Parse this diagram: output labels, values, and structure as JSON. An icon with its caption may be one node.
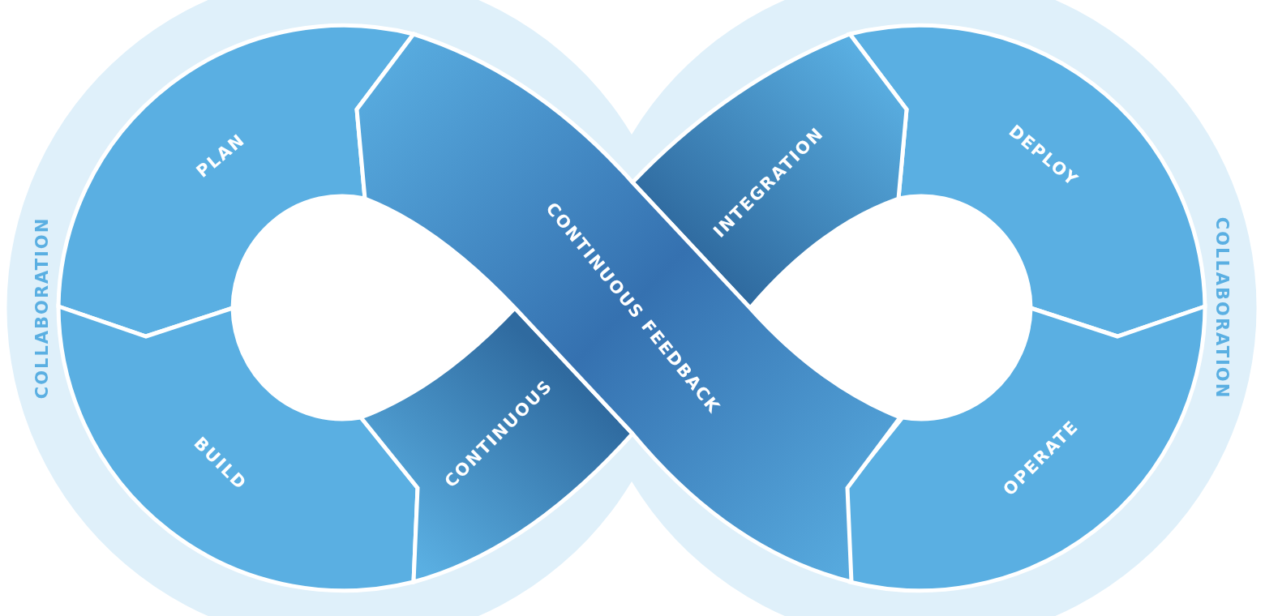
{
  "diagram": {
    "nodes": [
      {
        "text": [
          "COLLABORATION",
          "COLLABORATION"
        ]
      },
      {
        "text": [
          "PLAN"
        ],
        "in": 0
      },
      {
        "text": [
          "BUILD"
        ],
        "in": 0
      },
      {
        "text": [
          "CONTINUOUS FEEDBACK"
        ],
        "in": 0
      },
      {
        "text": [
          "CONTINUOUS"
        ],
        "in": 0
      },
      {
        "text": [
          "INTEGRATION"
        ],
        "in": 0
      },
      {
        "text": [
          "DEPLOY"
        ],
        "in": 0
      },
      {
        "text": [
          "OPERATE"
        ],
        "in": 0
      }
    ]
  }
}
